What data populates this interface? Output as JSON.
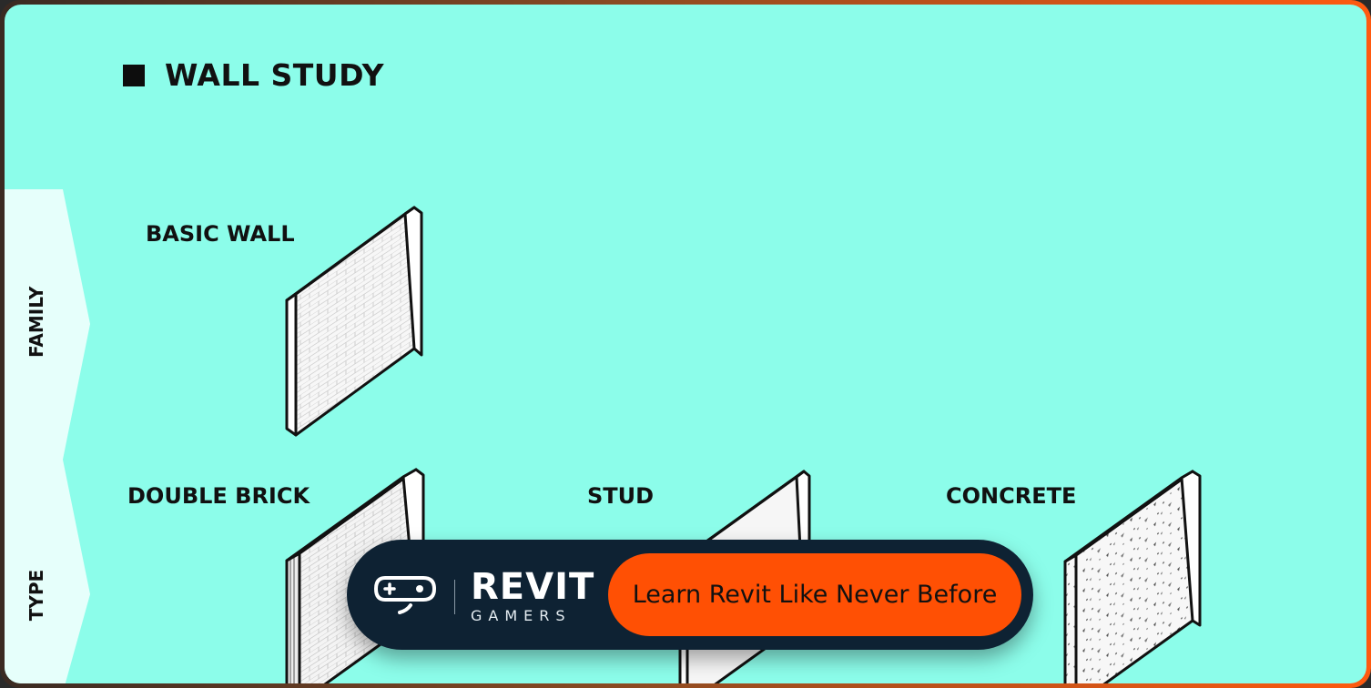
{
  "title": "WALL STUDY",
  "bands": {
    "family": "FAMILY",
    "type": "TYPE"
  },
  "walls": {
    "basic": "BASIC WALL",
    "double_brick": "DOUBLE BRICK",
    "stud": "STUD",
    "concrete": "CONCRETE"
  },
  "cta": {
    "brand_main": "REVIT",
    "brand_sub": "GAMERS",
    "button_label": "Learn Revit Like Never Before"
  },
  "colors": {
    "background": "#8cfdea",
    "band": "#e6fffb",
    "cta_bg": "#0e2233",
    "cta_button": "#ff5004",
    "border_start": "#3a2a22",
    "border_end": "#ff5a10"
  },
  "icons": [
    "gamepad-logo-icon",
    "title-square-icon"
  ]
}
